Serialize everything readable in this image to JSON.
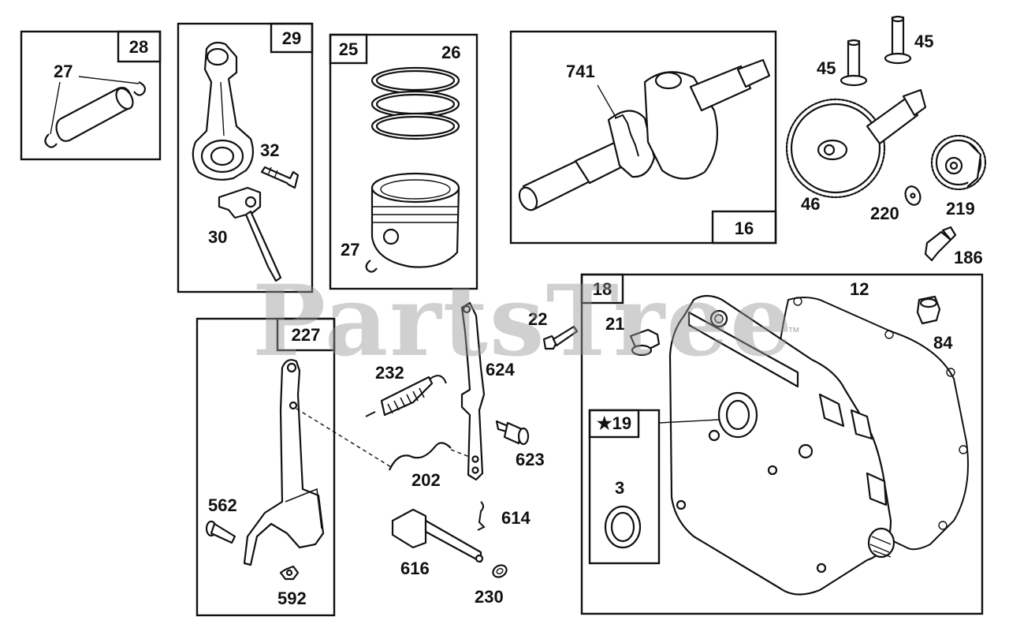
{
  "watermark": {
    "text": "PartsTree",
    "trademark": "™"
  },
  "groups": {
    "g28": {
      "tag": "28"
    },
    "g29": {
      "tag": "29"
    },
    "g25": {
      "tag": "25"
    },
    "g16": {
      "tag": "16"
    },
    "g227": {
      "tag": "227"
    },
    "g18": {
      "tag": "18"
    },
    "g19": {
      "tag": "★19"
    }
  },
  "labels": {
    "l27a": "27",
    "l32": "32",
    "l30": "30",
    "l26": "26",
    "l27b": "27",
    "l741": "741",
    "l45a": "45",
    "l45b": "45",
    "l46": "46",
    "l220": "220",
    "l219": "219",
    "l186": "186",
    "l12": "12",
    "l84": "84",
    "l21": "21",
    "l22": "22",
    "l624": "624",
    "l232": "232",
    "l623": "623",
    "l202": "202",
    "l562": "562",
    "l592": "592",
    "l614": "614",
    "l616": "616",
    "l230": "230",
    "l3": "3"
  },
  "colors": {
    "line": "#111111",
    "watermark": "#969696",
    "background": "#ffffff"
  }
}
